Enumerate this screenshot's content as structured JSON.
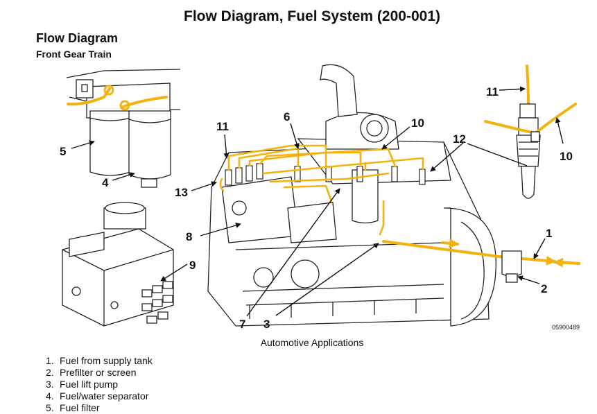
{
  "title": "Flow Diagram, Fuel System (200-001)",
  "heading": "Flow Diagram",
  "subheading": "Front Gear Train",
  "caption": "Automotive Applications",
  "figure_code": "05900489",
  "colors": {
    "fuel_line": "#f2b30f",
    "ink": "#222222"
  },
  "callouts": [
    "1",
    "2",
    "3",
    "4",
    "5",
    "6",
    "7",
    "8",
    "9",
    "10",
    "11",
    "12",
    "13",
    "10",
    "11"
  ],
  "legend": [
    {
      "num": "1.",
      "text": "Fuel from supply tank"
    },
    {
      "num": "2.",
      "text": "Prefilter or screen"
    },
    {
      "num": "3.",
      "text": "Fuel lift pump"
    },
    {
      "num": "4.",
      "text": "Fuel/water separator"
    },
    {
      "num": "5.",
      "text": "Fuel filter"
    }
  ]
}
